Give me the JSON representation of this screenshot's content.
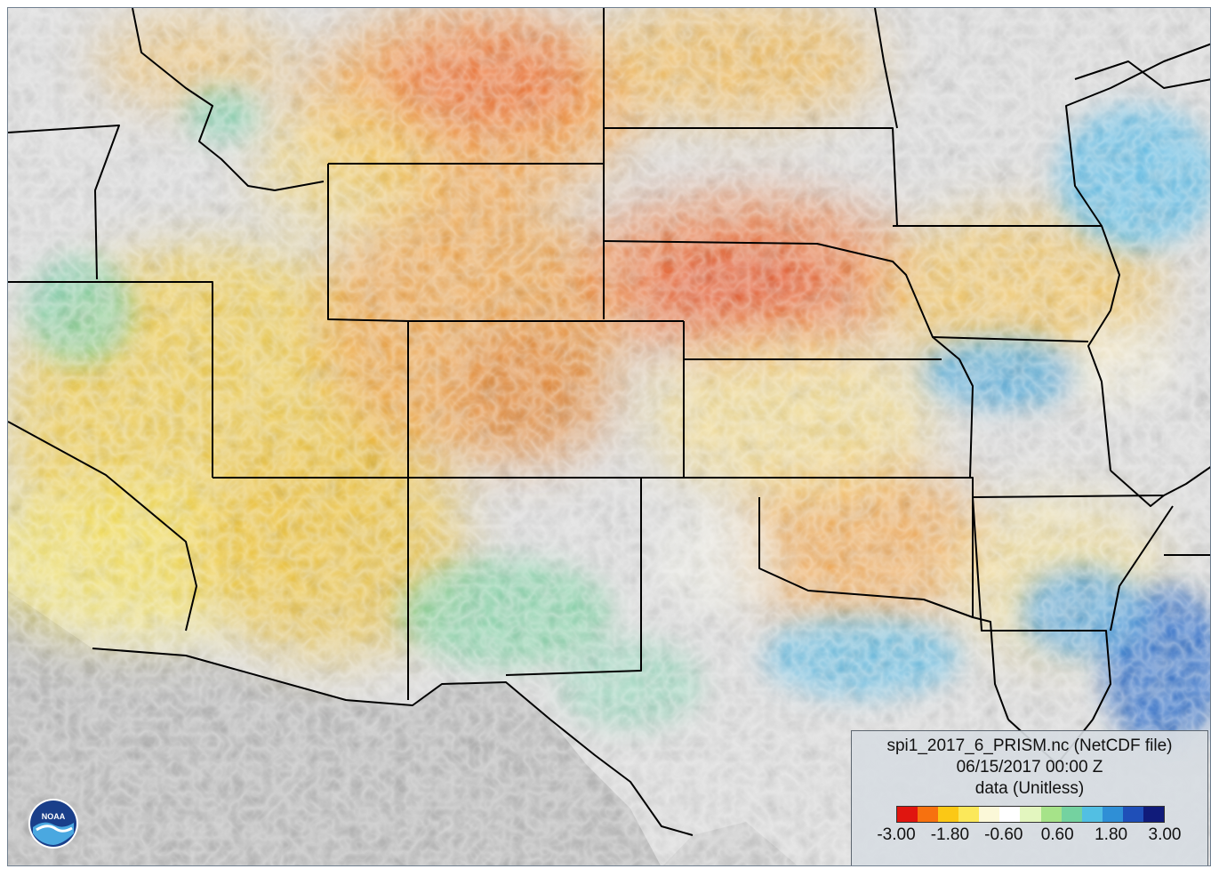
{
  "legend": {
    "title": "spi1_2017_6_PRISM.nc (NetCDF file)",
    "datetime": "06/15/2017 00:00 Z",
    "variable": "data (Unitless)",
    "colors": [
      "#e0150f",
      "#f7710f",
      "#fbc815",
      "#fbe85a",
      "#fbf8d8",
      "#ffffff",
      "#e3f6bf",
      "#a6e389",
      "#74d2a0",
      "#52bfe3",
      "#2f8fd6",
      "#1f4fb8",
      "#101b7a"
    ],
    "ticks": [
      "-3.00",
      "-1.80",
      "-0.60",
      "0.60",
      "1.80",
      "3.00"
    ]
  },
  "logo": {
    "text": "NOAA",
    "icon": "noaa-logo-icon"
  },
  "colors": {
    "land_bg": "#d6d6d6",
    "mexico": "#b9b9b9",
    "border": "#000000",
    "frame": "#6f7f90"
  }
}
